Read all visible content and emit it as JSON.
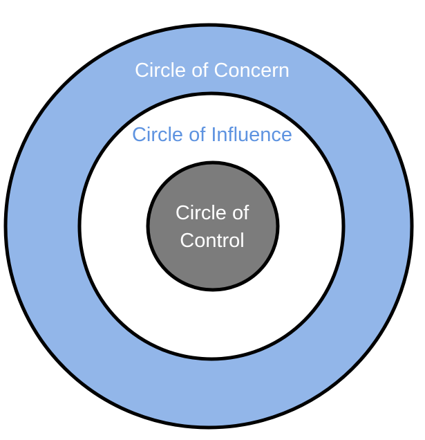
{
  "diagram": {
    "background_color": "#FFFFFF",
    "outline_color": "#000000",
    "rings": [
      {
        "id": "circle-of-concern",
        "label": "Circle of Concern",
        "fill": "#92B6E9",
        "label_color": "#FFFFFF"
      },
      {
        "id": "circle-of-influence",
        "label": "Circle of Influence",
        "fill": "#FFFFFF",
        "label_color": "#5E93E0"
      },
      {
        "id": "circle-of-control",
        "label_line1": "Circle of",
        "label_line2": "Control",
        "fill": "#7C7C7C",
        "label_color": "#FFFFFF"
      }
    ]
  }
}
